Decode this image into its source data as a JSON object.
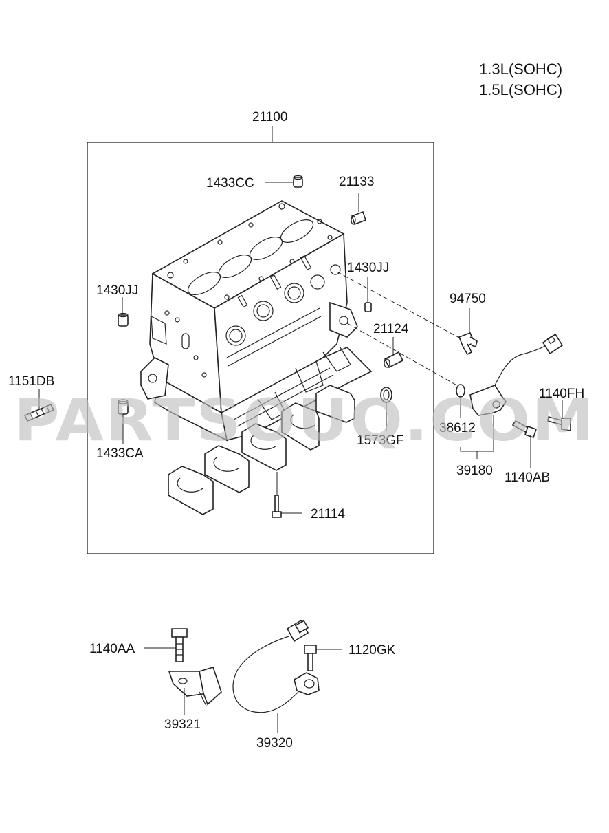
{
  "engine": {
    "spec_1": "1.3L(SOHC)",
    "spec_2": "1.5L(SOHC)"
  },
  "watermark": "PARTSOUQ.COM",
  "parts": {
    "block_assembly": "21100",
    "oil_plug": "1433CC",
    "plug_21133": "21133",
    "dowel_right": "1430JJ",
    "dowel_left": "1430JJ",
    "sensor_94750": "94750",
    "sleeve_21124": "21124",
    "stud": "1151DB",
    "plug_lower": "1433CA",
    "plug_1573gf": "1573GF",
    "o_ring": "38612",
    "sensor_assy": "39180",
    "bolt_1140fh": "1140FH",
    "bolt_1140ab": "1140AB",
    "bearing_bolt": "21114",
    "bolt_1140aa": "1140AA",
    "bolt_1120gk": "1120GK",
    "bracket": "39321",
    "knock_sensor": "39320"
  },
  "colors": {
    "line": "#222222",
    "watermark": "#bdbdbd"
  }
}
